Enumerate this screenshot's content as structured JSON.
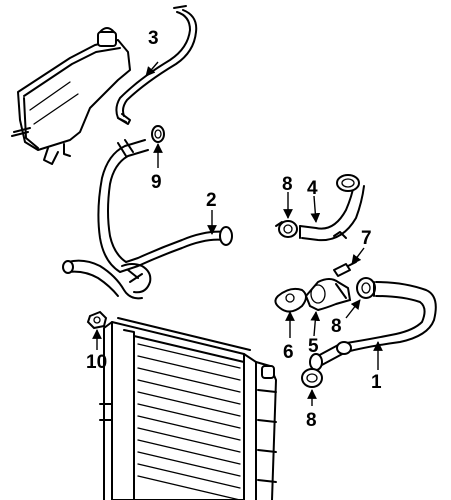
{
  "diagram": {
    "callouts": [
      {
        "id": "c1",
        "label": "1"
      },
      {
        "id": "c2",
        "label": "2"
      },
      {
        "id": "c3",
        "label": "3"
      },
      {
        "id": "c4",
        "label": "4"
      },
      {
        "id": "c5",
        "label": "5"
      },
      {
        "id": "c6",
        "label": "6"
      },
      {
        "id": "c7",
        "label": "7"
      },
      {
        "id": "c8a",
        "label": "8"
      },
      {
        "id": "c8b",
        "label": "8"
      },
      {
        "id": "c8c",
        "label": "8"
      },
      {
        "id": "c9",
        "label": "9"
      },
      {
        "id": "c10",
        "label": "10"
      }
    ]
  }
}
